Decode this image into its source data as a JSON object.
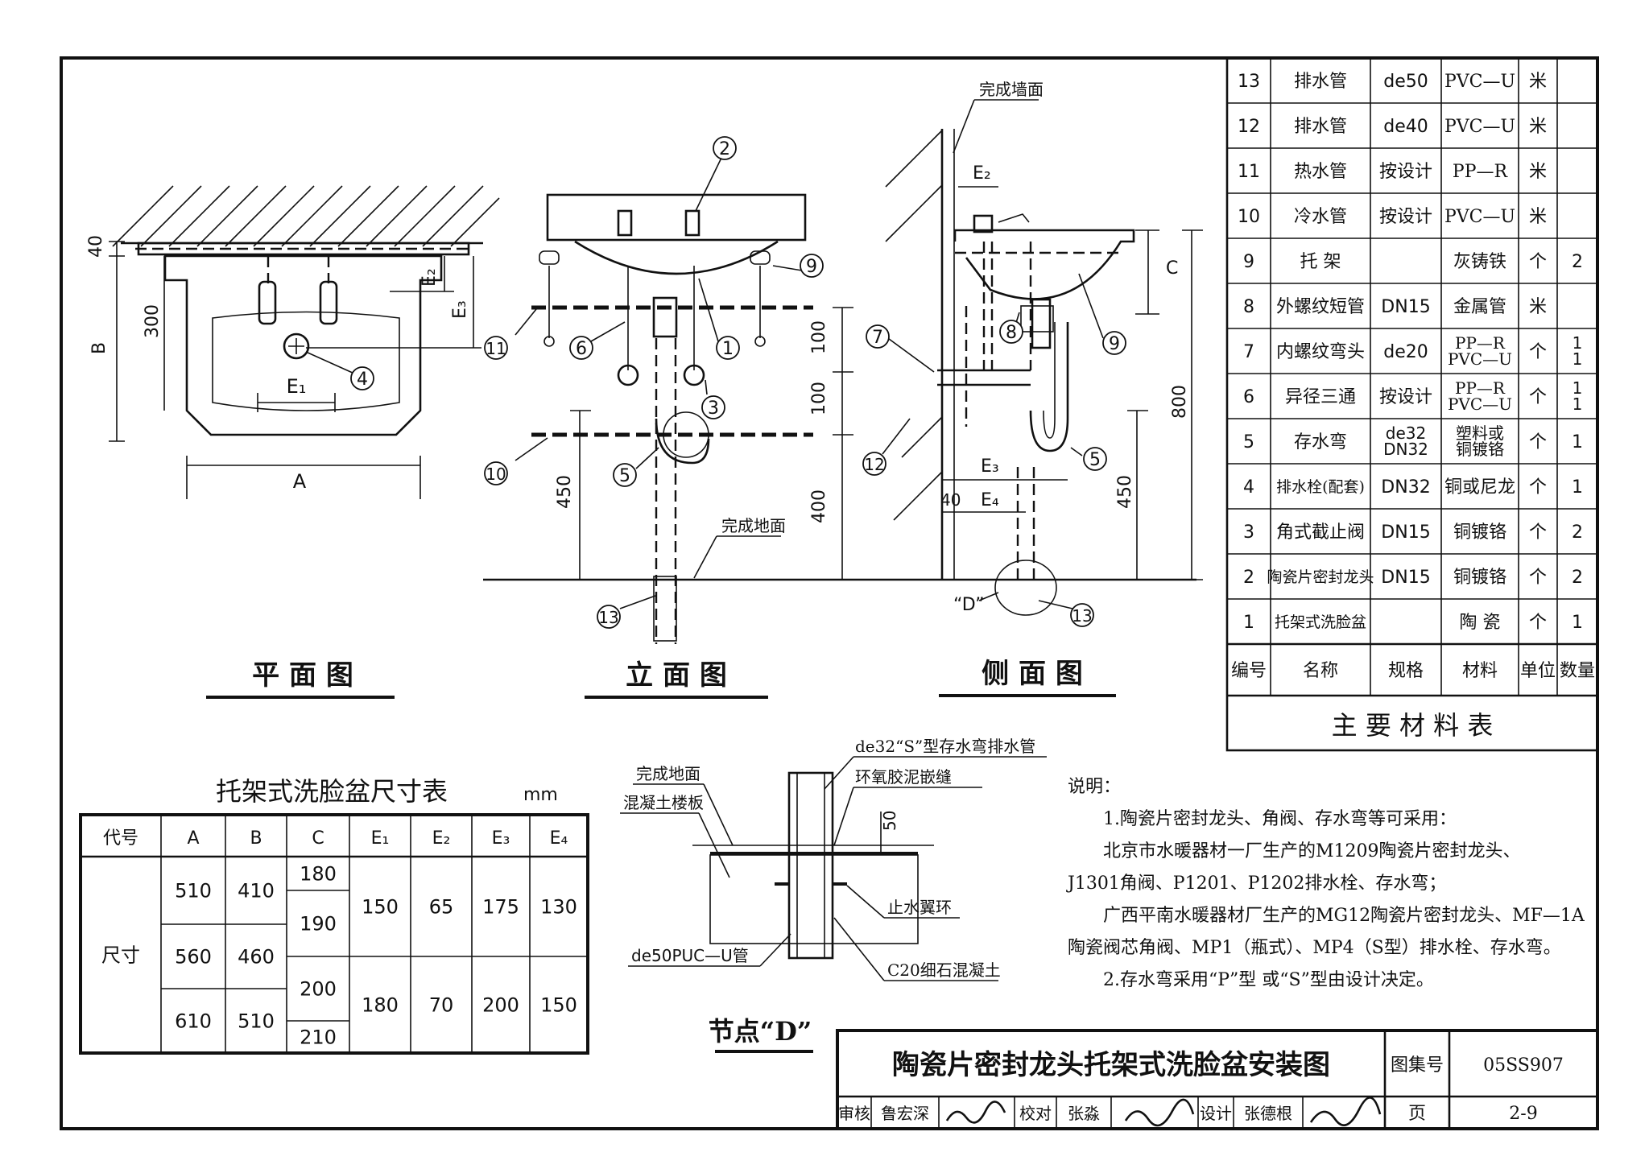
{
  "views": {
    "plan": {
      "title": "平 面 图",
      "dim_a": "A",
      "dim_b": "B",
      "dim_300": "300",
      "dim_40": "40",
      "dim_e1": "E₁",
      "dim_e2": "E₂",
      "dim_e3": "E₃",
      "callout_4": "4"
    },
    "elevation": {
      "title": "立 面 图",
      "dim_100a": "100",
      "dim_100b": "100",
      "dim_400": "400",
      "dim_450": "450",
      "floor_label": "完成地面",
      "callouts": [
        "2",
        "9",
        "11",
        "6",
        "1",
        "3",
        "10",
        "5",
        "13"
      ]
    },
    "side": {
      "title": "侧 面 图",
      "wall_label": "完成墙面",
      "dim_c": "C",
      "dim_800": "800",
      "dim_450": "450",
      "dim_40": "40",
      "dim_e2": "E₂",
      "dim_e3": "E₃",
      "dim_e4": "E₄",
      "node_ref": "“D”",
      "callouts": [
        "7",
        "8",
        "9",
        "12",
        "5",
        "13"
      ]
    }
  },
  "materials": {
    "title": "主 要 材 料 表",
    "headers": [
      "编号",
      "名称",
      "规格",
      "材料",
      "单位",
      "数量"
    ],
    "rows": [
      [
        "13",
        "排水管",
        "de50",
        "PVC—U",
        "米",
        ""
      ],
      [
        "12",
        "排水管",
        "de40",
        "PVC—U",
        "米",
        ""
      ],
      [
        "11",
        "热水管",
        "按设计",
        "PP—R",
        "米",
        ""
      ],
      [
        "10",
        "冷水管",
        "按设计",
        "PVC—U",
        "米",
        ""
      ],
      [
        "9",
        "托 架",
        "",
        "灰铸铁",
        "个",
        "2"
      ],
      [
        "8",
        "外螺纹短管",
        "DN15",
        "金属管",
        "米",
        ""
      ],
      [
        "7",
        "内螺纹弯头",
        "de20",
        "PP—R\nPVC—U",
        "个",
        "1\n1"
      ],
      [
        "6",
        "异径三通",
        "按设计",
        "PP—R\nPVC—U",
        "个",
        "1\n1"
      ],
      [
        "5",
        "存水弯",
        "de32\nDN32",
        "塑料或\n铜镀铬",
        "个",
        "1"
      ],
      [
        "4",
        "排水栓(配套)",
        "DN32",
        "铜或尼龙",
        "个",
        "1"
      ],
      [
        "3",
        "角式截止阀",
        "DN15",
        "铜镀铬",
        "个",
        "2"
      ],
      [
        "2",
        "陶瓷片密封龙头",
        "DN15",
        "铜镀铬",
        "个",
        "2"
      ],
      [
        "1",
        "托架式洗脸盆",
        "",
        "陶 瓷",
        "个",
        "1"
      ]
    ]
  },
  "size_table": {
    "title": "托架式洗脸盆尺寸表",
    "unit": "mm",
    "headers": [
      "代号",
      "A",
      "B",
      "C",
      "E₁",
      "E₂",
      "E₃",
      "E₄"
    ],
    "row_label": "尺寸",
    "a_values": [
      "510",
      "560",
      "610"
    ],
    "b_values": [
      "410",
      "460",
      "510"
    ],
    "c_values": [
      "180",
      "190",
      "200",
      "210"
    ],
    "group1": {
      "e1": "150",
      "e2": "65",
      "e3": "175",
      "e4": "130"
    },
    "group2": {
      "e1": "180",
      "e2": "70",
      "e3": "200",
      "e4": "150"
    }
  },
  "node_detail": {
    "title": "节点“D”",
    "labels": {
      "trap_pipe": "de32“S”型存水弯排水管",
      "floor": "完成地面",
      "epoxy": "环氧胶泥嵌缝",
      "slab": "混凝土楼板",
      "dim_50": "50",
      "water_ring": "止水翼环",
      "pipe": "de50PUC—U管",
      "concrete": "C20细石混凝土"
    }
  },
  "notes": {
    "heading": "说明：",
    "lines": [
      "1.陶瓷片密封龙头、角阀、存水弯等可采用：",
      "北京市水暖器材一厂生产的M1209陶瓷片密封龙头、",
      "J1301角阀、P1201、P1202排水栓、存水弯；",
      "广西平南水暖器材厂生产的MG12陶瓷片密封龙头、MF—1A",
      "陶瓷阀芯角阀、MP1（瓶式）、MP4（S型）排水栓、存水弯。",
      "2.存水弯采用“P”型 或“S”型由设计决定。"
    ]
  },
  "title_block": {
    "title": "陶瓷片密封龙头托架式洗脸盆安装图",
    "atlas_label": "图集号",
    "atlas_no": "05SS907",
    "page_label": "页",
    "page_no": "2-9",
    "review_label": "审核",
    "reviewer": "鲁宏深",
    "check_label": "校对",
    "checker": "张淼",
    "design_label": "设计",
    "designer": "张德根"
  }
}
